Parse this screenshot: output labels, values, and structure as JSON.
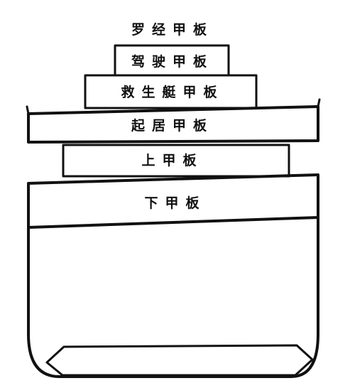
{
  "decks": {
    "compass_deck": "罗经甲板",
    "bridge_deck": "驾驶甲板",
    "boat_deck": "救生艇甲板",
    "poop_deck": "起居甲板",
    "upper_deck": "上甲板",
    "lower_deck": "下甲板"
  },
  "colors": {
    "line": "#111111",
    "background": "#ffffff"
  }
}
